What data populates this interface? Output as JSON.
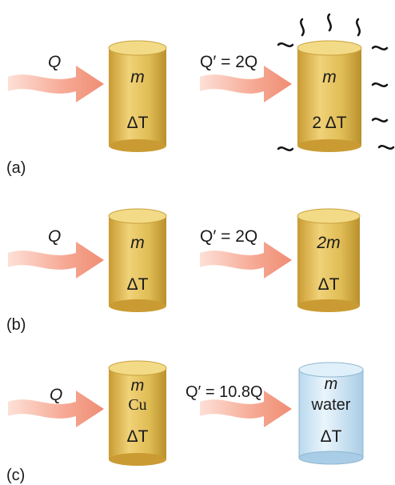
{
  "panels": [
    {
      "label": "(a)",
      "left": {
        "heat": "Q",
        "mass": "m",
        "temp": "ΔT"
      },
      "right": {
        "heat": "Q′ = 2Q",
        "mass": "m",
        "temp": "2 ΔT"
      }
    },
    {
      "label": "(b)",
      "left": {
        "heat": "Q",
        "mass": "m",
        "temp": "ΔT"
      },
      "right": {
        "heat": "Q′ = 2Q",
        "mass": "2m",
        "temp": "ΔT"
      }
    },
    {
      "label": "(c)",
      "left": {
        "heat": "Q",
        "mass": "m",
        "material": "Cu",
        "temp": "ΔT"
      },
      "right": {
        "heat": "Q′ = 10.8Q",
        "mass": "m",
        "material": "water",
        "temp": "ΔT"
      }
    }
  ],
  "colors": {
    "cylinder_body": "#e3c15a",
    "cylinder_top": "#f3da86",
    "cylinder_edge": "#b8922c",
    "arrow": "#f39a86",
    "water": "#cfe6f5",
    "squiggle": "#111111"
  }
}
